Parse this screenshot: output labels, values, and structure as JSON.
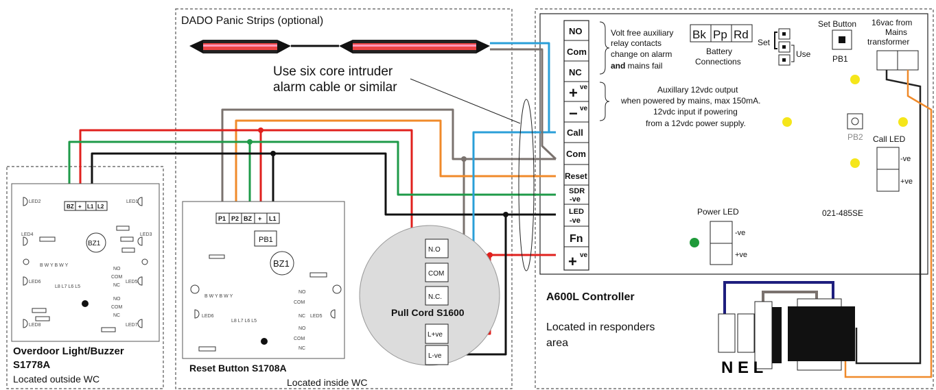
{
  "panic": {
    "title": "DADO Panic Strips (optional)"
  },
  "cable_note": {
    "line1": "Use six core intruder",
    "line2": "alarm cable or similar"
  },
  "overdoor": {
    "title1": "Overdoor Light/Buzzer",
    "title2": "S1778A",
    "location": "Located outside WC",
    "terminals": [
      "BZ",
      "+",
      "L1",
      "L2"
    ],
    "buzzer": "BZ1",
    "leds": [
      "LED2",
      "LED1",
      "LED4",
      "LED3",
      "LED6",
      "LED5",
      "LED8",
      "LED7"
    ],
    "links_top": "B W Y B W Y",
    "links_bottom": "L8 L7 L6 L5",
    "sw": [
      "NO",
      "COM",
      "NC",
      "NO",
      "COM",
      "NC"
    ]
  },
  "reset": {
    "title": "Reset Button S1708A",
    "location": "Located inside WC",
    "terminals": [
      "P1",
      "P2",
      "BZ",
      "+",
      "L1"
    ],
    "button": "PB1",
    "buzzer": "BZ1",
    "leds": [
      "LED6",
      "LED5"
    ],
    "links_top": "B W Y B W Y",
    "links_bottom": "L8 L7 L6 L5",
    "sw": [
      "NO",
      "COM",
      "NC",
      "NO",
      "COM",
      "NC"
    ]
  },
  "pullcord": {
    "title": "Pull Cord S1600",
    "terminals": [
      "N.O",
      "COM",
      "N.C.",
      "L+ve",
      "L-ve"
    ]
  },
  "controller": {
    "title": "A600L Controller",
    "location1": "Located in responders",
    "location2": "area",
    "model": "021-485SE",
    "terminals": [
      {
        "label": "NO"
      },
      {
        "label": "Com"
      },
      {
        "label": "NC"
      },
      {
        "label": "+",
        "sup": "ve"
      },
      {
        "label": "−",
        "sup": "ve"
      },
      {
        "label": "Call"
      },
      {
        "label": "Com"
      },
      {
        "label": "Reset"
      },
      {
        "label": "SDR",
        "sub": "-ve"
      },
      {
        "label": "LED",
        "sub": "-ve"
      },
      {
        "label": "Fn"
      },
      {
        "label": "+",
        "sup": "ve"
      }
    ],
    "relay_note": [
      "Volt free auxiliary",
      "relay contacts",
      "change on alarm"
    ],
    "relay_note_last_bold": "and",
    "relay_note_last_rest": " mains fail",
    "battery": {
      "labels": [
        "Bk",
        "Pp",
        "Rd"
      ],
      "caption1": "Battery",
      "caption2": "Connections"
    },
    "set_label": "Set",
    "use_label": "Use",
    "set_button": {
      "label": "Set Button",
      "id": "PB1"
    },
    "pb2": "PB2",
    "aux_note": [
      "Auxillary 12vdc output",
      "when powered by mains, max 150mA.",
      "12vdc input if powering",
      "from a 12vdc power supply."
    ],
    "mains": [
      "16vac from",
      "Mains",
      "transformer"
    ],
    "call_led": {
      "title": "Call LED",
      "neg": "-ve",
      "pos": "+ve"
    },
    "power_led": {
      "title": "Power LED",
      "neg": "-ve",
      "pos": "+ve"
    },
    "nel": "N E L"
  },
  "colors": {
    "grey": "#7a726e",
    "orange": "#f08a2a",
    "red": "#e0201d",
    "green": "#1e9a48",
    "black": "#111111",
    "blue": "#2a9fd8",
    "navy": "#1e1e7e",
    "yellow": "#f5e61a",
    "led_green": "#1f9a3a"
  }
}
